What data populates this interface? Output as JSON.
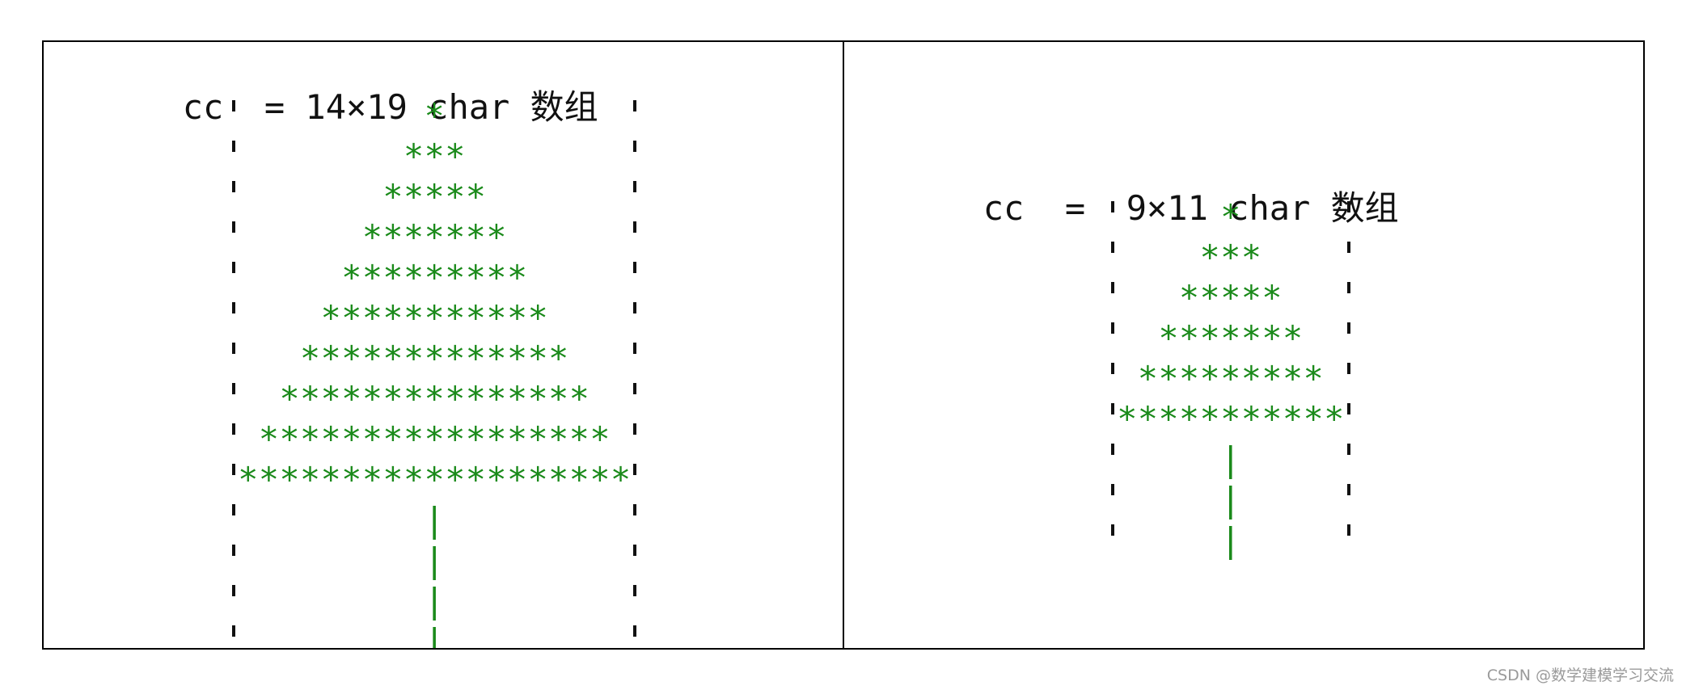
{
  "panels": [
    {
      "header": "cc  = 14×19 char ",
      "header_suffix": "数组",
      "rows": [
        "         *         ",
        "        ***        ",
        "       *****       ",
        "      *******      ",
        "     *********     ",
        "    ***********    ",
        "   *************   ",
        "  ***************  ",
        " ***************** ",
        "*******************",
        "         |         ",
        "         |         ",
        "         |         ",
        "         |         "
      ]
    },
    {
      "header": "cc  =  9×11 char ",
      "header_suffix": "数组",
      "rows": [
        "     *     ",
        "    ***    ",
        "   *****   ",
        "  *******  ",
        " ********* ",
        "***********",
        "     |     ",
        "     |     ",
        "     |     "
      ]
    }
  ],
  "watermark": "CSDN @数学建模学习交流",
  "colors": {
    "tree": "#1a8a1a",
    "text": "#111111",
    "watermark": "#9a9a9a"
  }
}
